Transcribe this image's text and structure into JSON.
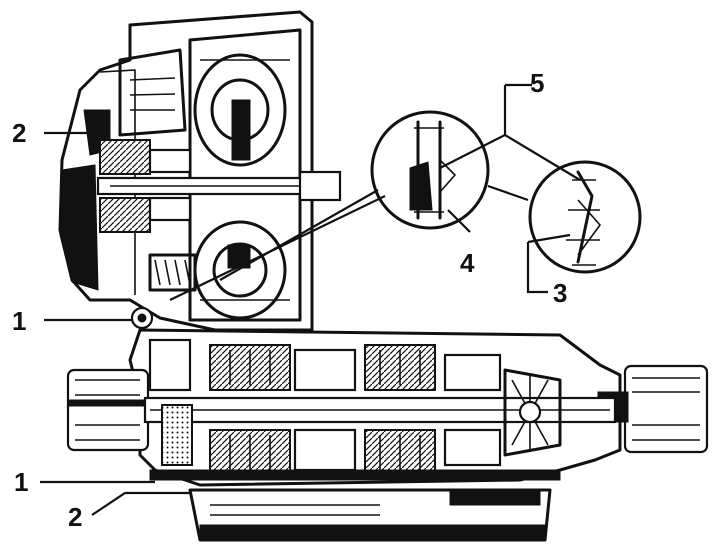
{
  "callouts": [
    {
      "id": "c1-upper",
      "text": "1"
    },
    {
      "id": "c2-upper",
      "text": "2"
    },
    {
      "id": "c1-lower",
      "text": "1"
    },
    {
      "id": "c2-lower",
      "text": "2"
    },
    {
      "id": "c3",
      "text": "3"
    },
    {
      "id": "c4",
      "text": "4"
    },
    {
      "id": "c5",
      "text": "5"
    }
  ]
}
